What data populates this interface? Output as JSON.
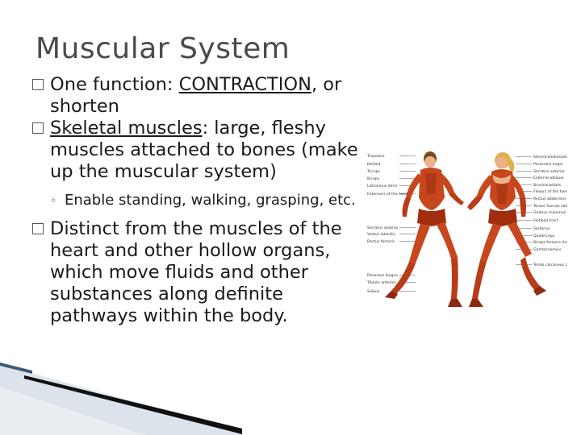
{
  "slide": {
    "title": "Muscular System",
    "bullets": [
      {
        "parts": [
          {
            "text": "One function: ",
            "underline": false
          },
          {
            "text": "CONTRACTION",
            "underline": true
          },
          {
            "text": ", or shorten",
            "underline": false
          }
        ]
      },
      {
        "parts": [
          {
            "text": "Skeletal muscles",
            "underline": true
          },
          {
            "text": ": large, fleshy muscles attached to bones (make up the muscular system)",
            "underline": false
          }
        ]
      }
    ],
    "sub_bullet": "Enable standing, walking, grasping, etc.",
    "bullet3": "Distinct from the muscles of the heart and other hollow organs, which move fluids and other substances along definite pathways within the body."
  },
  "figure": {
    "left_labels": [
      "Trapezius",
      "Deltoid",
      "Triceps",
      "Biceps",
      "Latissimus dorsi",
      "Extensors of the hand",
      "Serratus anterior",
      "Vastus lateralis",
      "Rectus femoris",
      "Peroneus longus",
      "Tibialis anterior",
      "Soleus"
    ],
    "right_labels": [
      "Sternocleidomastoid",
      "Pectoralis major",
      "Serratus anterior",
      "External oblique",
      "Brachioradialis",
      "Flexors of the hand",
      "Rectus abdominis",
      "Tensor fasciae latae",
      "Gluteus maximus",
      "Iliotibial tract",
      "Sartorius",
      "Quadriceps",
      "Biceps femoris (hamstring)",
      "Gastrocnemius",
      "Tendo calcaneus (achilles tendon)"
    ],
    "colors": {
      "muscle": "#c8461e",
      "muscle_dark": "#8e2a10",
      "skin": "#e9b48c",
      "hair_male": "#7a4a22",
      "hair_female": "#e0b04a"
    }
  }
}
